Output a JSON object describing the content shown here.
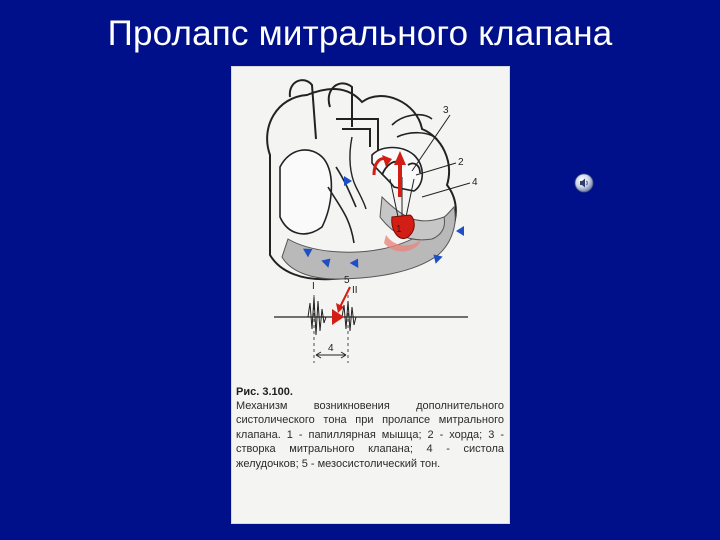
{
  "slide": {
    "title": "Пролапс митрального клапана"
  },
  "figure": {
    "labels": {
      "l1": "1",
      "l2": "2",
      "l3": "3",
      "l4": "4",
      "l5": "5",
      "lI": "I",
      "lII": "II",
      "linterval": "4"
    },
    "caption_title": "Рис. 3.100.",
    "caption_text": "Механизм возникновения дополнительного систолического тона при пролапсе митрального клапана. 1 - папиллярная мышца; 2 - хорда; 3 - створка митрального клапана; 4 - систола желудочков; 5 - мезосистолический тон."
  },
  "icons": {
    "sound": "sound-icon"
  },
  "colors": {
    "background": "#00108a",
    "title": "#ffffff",
    "arrow_blue": "#1e4fc4",
    "arrow_red": "#d21e14",
    "muscle_gray": "#b9b9b9"
  }
}
